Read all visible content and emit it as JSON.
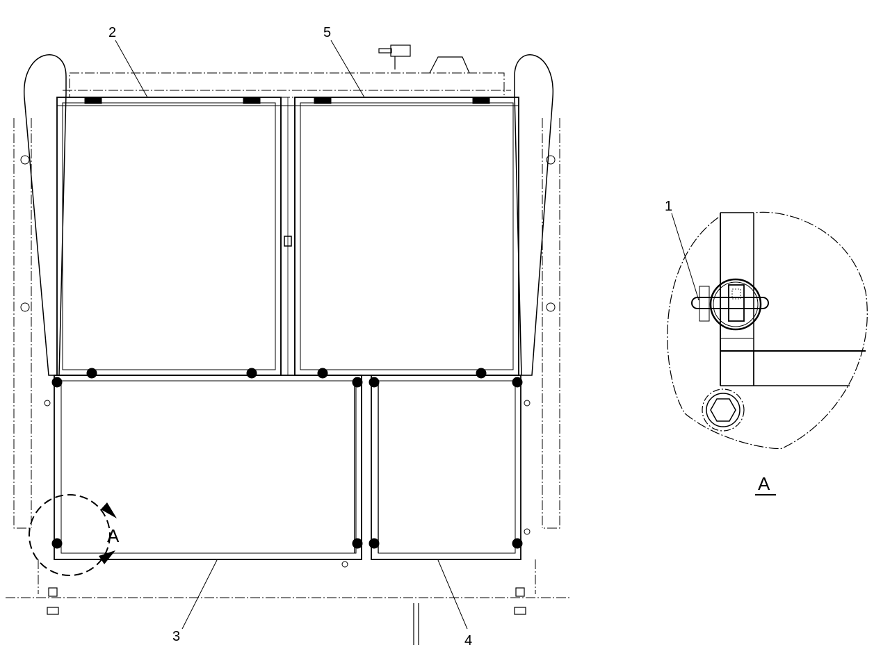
{
  "callouts": {
    "c1": "1",
    "c2": "2",
    "c3": "3",
    "c4": "4",
    "c5": "5"
  },
  "view": {
    "marker": "A",
    "detail_title": "A"
  },
  "colors": {
    "line": "#000000",
    "background": "#ffffff"
  }
}
